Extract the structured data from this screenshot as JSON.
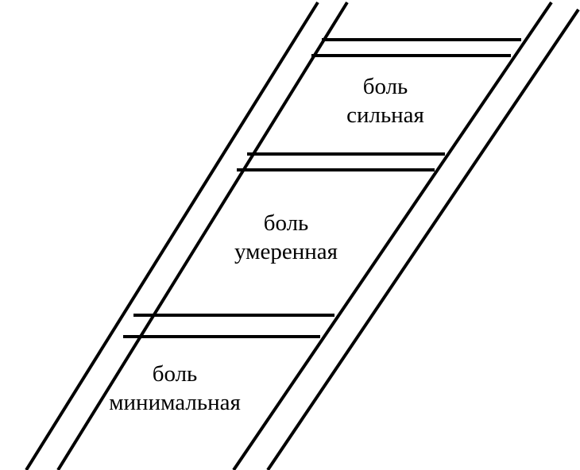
{
  "diagram": {
    "steps": [
      {
        "line1": "боль",
        "line2": "сильная"
      },
      {
        "line1": "боль",
        "line2": "умеренная"
      },
      {
        "line1": "боль",
        "line2": "минимальная"
      }
    ]
  }
}
